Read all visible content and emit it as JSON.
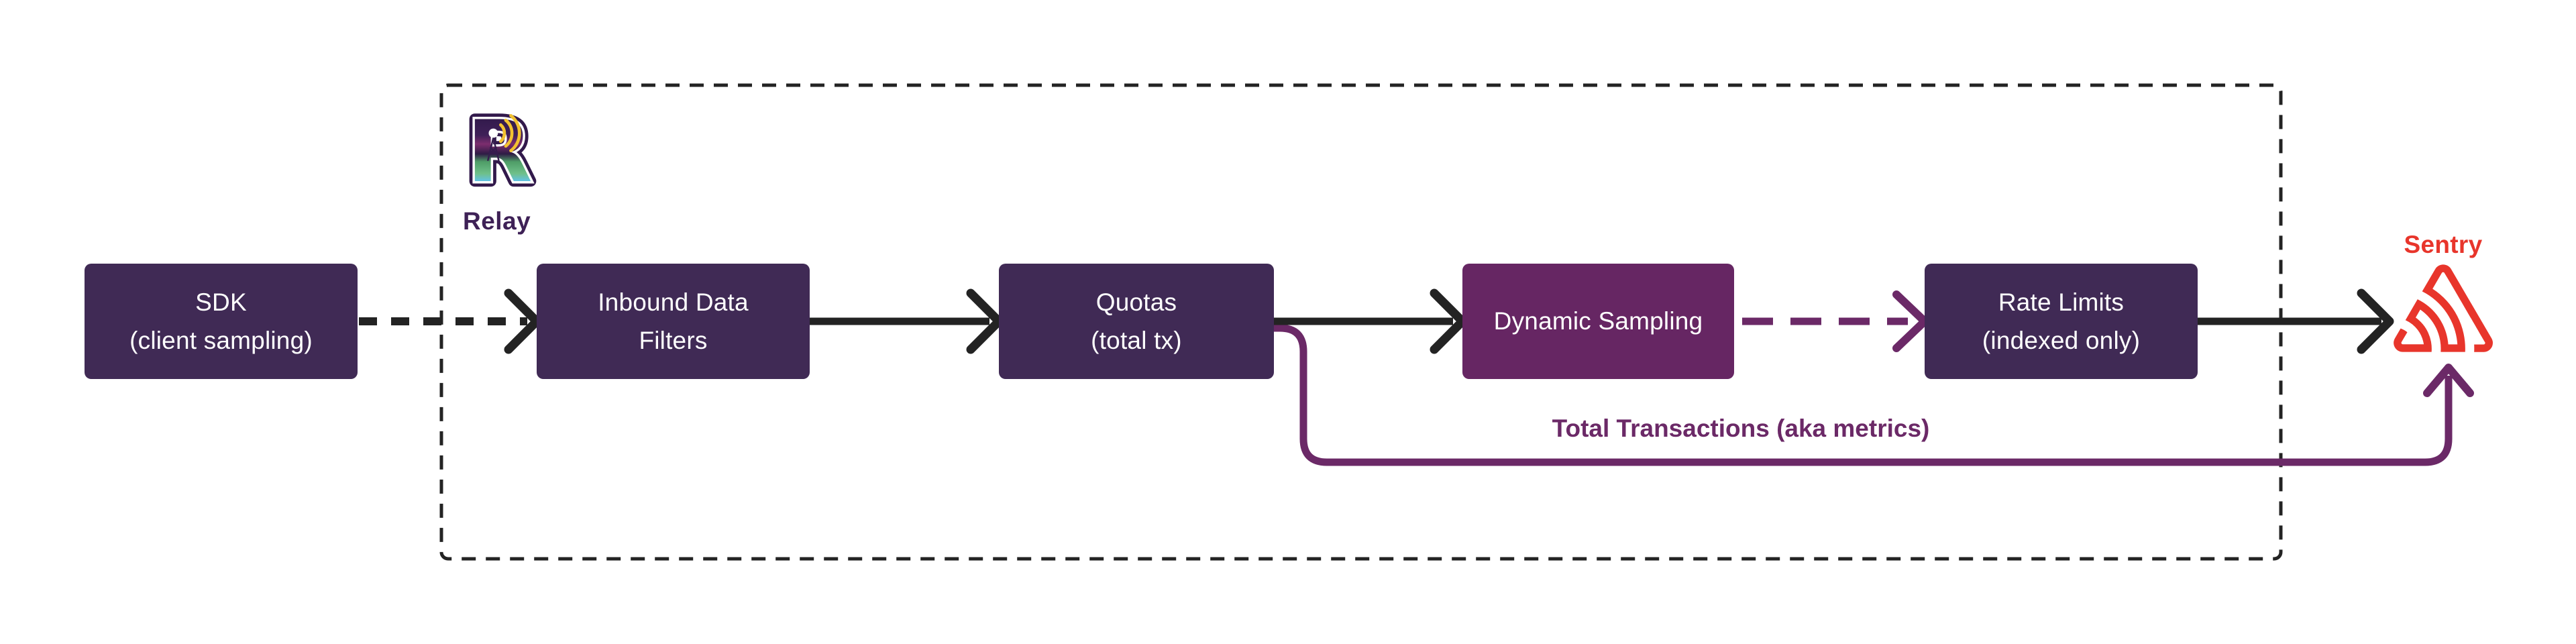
{
  "diagram": {
    "nodes": [
      {
        "id": "sdk",
        "lines": [
          "SDK",
          "(client sampling)"
        ]
      },
      {
        "id": "inbound-filters",
        "lines": [
          "Inbound Data",
          "Filters"
        ]
      },
      {
        "id": "quotas",
        "lines": [
          "Quotas",
          "(total tx)"
        ]
      },
      {
        "id": "dynamic-sampling",
        "lines": [
          "Dynamic Sampling"
        ]
      },
      {
        "id": "rate-limits",
        "lines": [
          "Rate Limits",
          "(indexed only)"
        ]
      }
    ],
    "relay": {
      "label": "Relay"
    },
    "sentry": {
      "label": "Sentry"
    },
    "metrics_label": "Total Transactions (aka metrics)",
    "colors": {
      "node_fill": "#402a55",
      "dynamic_fill": "#662663",
      "line_black": "#232323",
      "line_purple": "#6b2967",
      "sentry_red": "#e8352b",
      "relay_text": "#3e2156"
    }
  }
}
